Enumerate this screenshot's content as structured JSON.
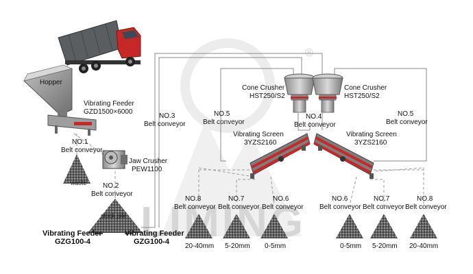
{
  "watermark": {
    "brand": "LIMING",
    "registered_mark": "®"
  },
  "equipment": {
    "hopper": "Hopper",
    "vibrating_feeder_main": {
      "name": "Vibrating Feeder",
      "model": "GZD1500×6000"
    },
    "jaw_crusher": {
      "name": "Jaw Crusher",
      "model": "PEW1100"
    },
    "cone_crusher_left": {
      "name": "Cone Crusher",
      "model": "HST250/S2"
    },
    "cone_crusher_right": {
      "name": "Cone Crusher",
      "model": "HST250/S2"
    },
    "vibrating_screen_left": {
      "name": "Vibrating Screen",
      "model": "3YZS2160"
    },
    "vibrating_screen_right": {
      "name": "Vibrating Screen",
      "model": "3YZS2160"
    },
    "vibrating_feeder_left": {
      "name": "Vibrating Feeder",
      "model": "GZG100-4"
    },
    "vibrating_feeder_right": {
      "name": "Vibrating Feeder",
      "model": "GZG100-4"
    }
  },
  "piles": {
    "waste": "waste",
    "stock_pile": "stock pile",
    "left": [
      "20-40mm",
      "5-20mm",
      "0-5mm"
    ],
    "right": [
      "0-5mm",
      "5-20mm",
      "20-40mm"
    ]
  },
  "conveyors": {
    "no1": {
      "no": "NO.1",
      "name": "Belt conveyor"
    },
    "no2": {
      "no": "NO.2",
      "name": "Belt conveyor"
    },
    "no3": {
      "no": "NO.3",
      "name": "Belt conveyor"
    },
    "no4": {
      "no": "NO.4",
      "name": "Belt conveyor"
    },
    "no5_left": {
      "no": "NO.5",
      "name": "Belt conveyor"
    },
    "no5_right": {
      "no": "NO.5",
      "name": "Belt conveyor"
    },
    "no8_left": {
      "no": "NO.8",
      "name": "Belt conveyor"
    },
    "no7_left": {
      "no": "NO.7",
      "name": "Belt conveyor"
    },
    "no6_left": {
      "no": "NO.6",
      "name": "Belt conveyor"
    },
    "no6_right": {
      "no": "NO.6",
      "name": "Belt conveyor"
    },
    "no7_right": {
      "no": "NO.7",
      "name": "Belt conveyor"
    },
    "no8_right": {
      "no": "NO.8",
      "name": "Belt conveyor"
    }
  }
}
